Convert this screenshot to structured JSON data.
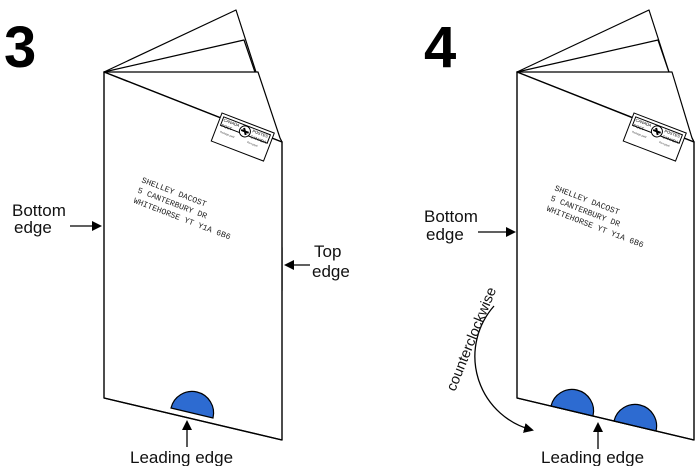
{
  "steps": [
    {
      "number": "3",
      "address": [
        "SHELLEY DACOST",
        "5 CANTERBURY DR",
        "WHITEHORSE YT  Y1A 6B6"
      ],
      "labels": {
        "bottom": [
          "Bottom",
          "edge"
        ],
        "top": [
          "Top",
          "edge"
        ],
        "leading": "Leading edge"
      }
    },
    {
      "number": "4",
      "address": [
        "SHELLEY DACOST",
        "5 CANTERBURY DR",
        "WHITEHORSE YT  Y1A 6B6"
      ],
      "labels": {
        "bottom": [
          "Bottom",
          "edge"
        ],
        "rotation": "counterclockwise",
        "leading": "Leading edge"
      }
    }
  ],
  "stamp": {
    "left_top": "CANADA",
    "right_top": "POSTES",
    "left_bottom": "POST",
    "right_bottom": "CANADA",
    "fine_left": "Postage paid",
    "fine_right": "Port payé"
  },
  "colors": {
    "tab_fill": "#2d6bd1",
    "ink": "#000000"
  }
}
